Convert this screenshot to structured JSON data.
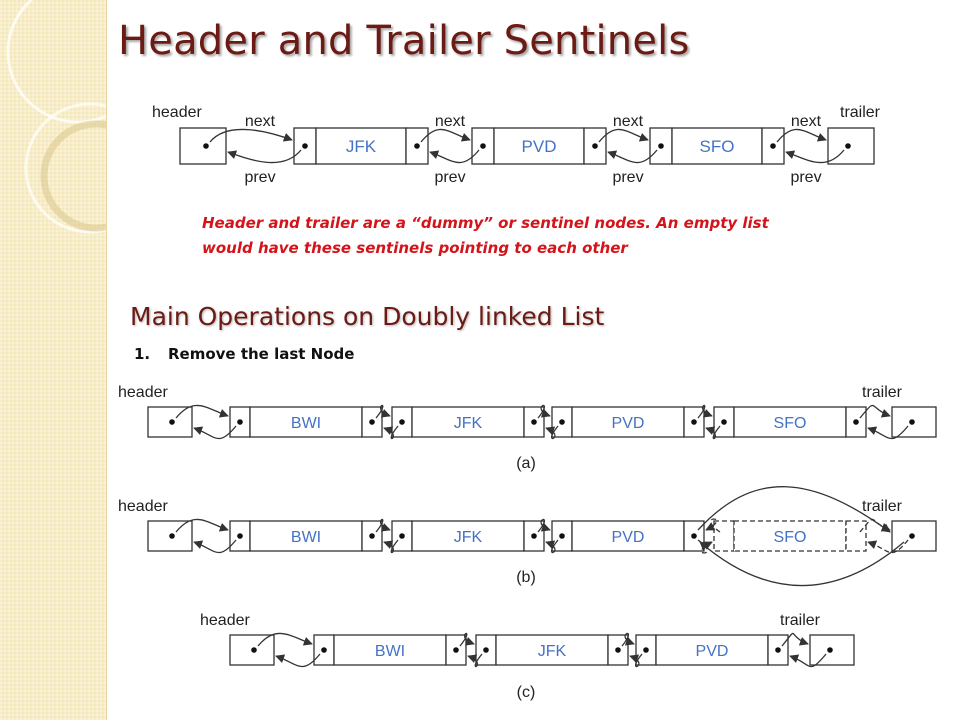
{
  "slide": {
    "title": "Header and Trailer Sentinels",
    "note_line1": "Header and trailer are a “dummy”  or sentinel nodes. An empty list",
    "note_line2": "would have these sentinels pointing to each other",
    "subtitle": "Main Operations on Doubly linked List",
    "step_number": "1.",
    "step_text": "Remove  the last Node"
  },
  "colors": {
    "title": "#6b1a14",
    "note": "#d3141a",
    "node_text": "#4472c4",
    "line": "#333333",
    "sidebar": "#f6e7b8"
  },
  "diagram_top": {
    "header_label": "header",
    "trailer_label": "trailer",
    "next_label": "next",
    "prev_label": "prev",
    "nodes": [
      "JFK",
      "PVD",
      "SFO"
    ]
  },
  "diagram_bottom": {
    "header_label": "header",
    "trailer_label": "trailer",
    "list_a": [
      "BWI",
      "JFK",
      "PVD",
      "SFO"
    ],
    "list_b": [
      "BWI",
      "JFK",
      "PVD",
      "SFO"
    ],
    "list_c": [
      "BWI",
      "JFK",
      "PVD"
    ],
    "caption_a": "(a)",
    "caption_b": "(b)",
    "caption_c": "(c)"
  }
}
